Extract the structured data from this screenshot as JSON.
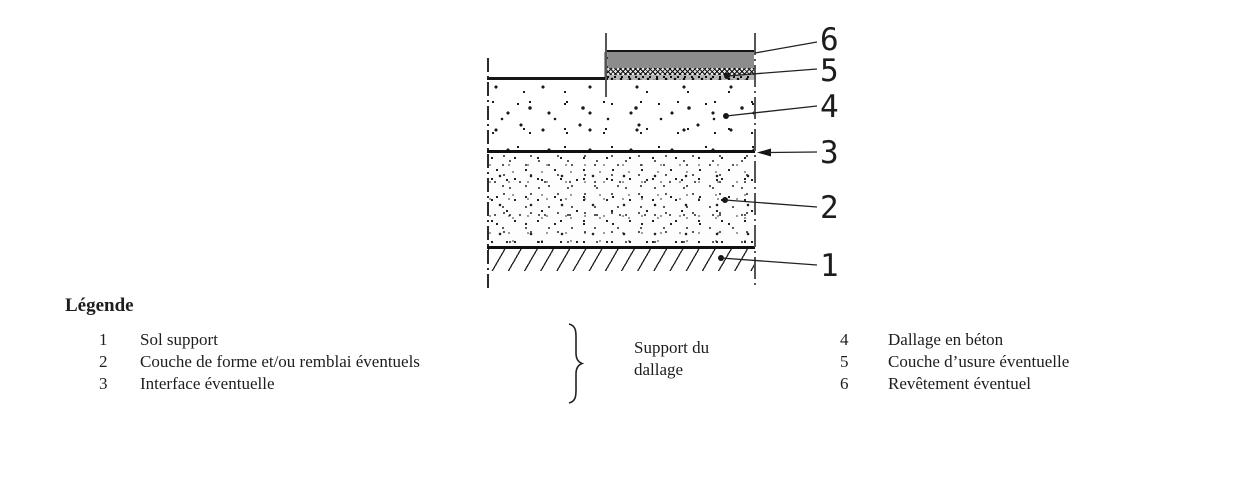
{
  "figure": {
    "callouts": [
      {
        "label": "6"
      },
      {
        "label": "5"
      },
      {
        "label": "4"
      },
      {
        "label": "3"
      },
      {
        "label": "2"
      },
      {
        "label": "1"
      }
    ]
  },
  "legend": {
    "title": "Légende",
    "left": [
      {
        "num": "1",
        "label": "Sol support"
      },
      {
        "num": "2",
        "label": "Couche de forme et/ou remblai éventuels"
      },
      {
        "num": "3",
        "label": "Interface éventuelle"
      }
    ],
    "group_label": "Support du dallage",
    "right": [
      {
        "num": "4",
        "label": "Dallage en béton"
      },
      {
        "num": "5",
        "label": "Couche d’usure éventuelle"
      },
      {
        "num": "6",
        "label": "Revêtement éventuel"
      }
    ]
  },
  "colors": {
    "line": "#222222",
    "coating_gray": "#8c8c8c",
    "background": "#ffffff"
  }
}
